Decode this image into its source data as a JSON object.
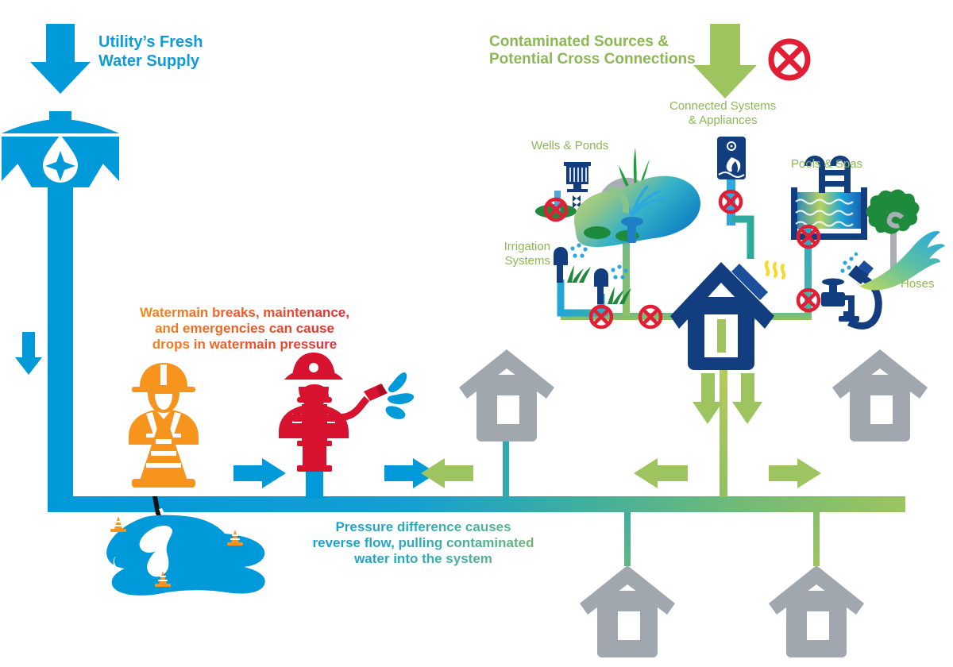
{
  "diagram": {
    "title_context": "Backflow / cross-connection water system infographic",
    "labels": {
      "utility_supply": "Utility’s Fresh\nWater Supply",
      "contaminated_sources": "Contaminated Sources &\nPotential Cross Connections",
      "connected_systems": "Connected Systems\n& Appliances",
      "wells_ponds": "Wells & Ponds",
      "irrigation_systems": "Irrigation\nSystems",
      "pools_spas": "Pools & Spas",
      "hoses": "Hoses",
      "watermain_break": "Watermain breaks, maintenance,\nand emergencies can cause\ndrops in watermain pressure",
      "pressure_difference": "Pressure difference causes\nreverse flow, pulling contaminated\nwater into the system"
    },
    "colors": {
      "water_blue": "#0099DA",
      "deep_blue": "#0e9cd9",
      "navy": "#123E7F",
      "green": "#9DC45F",
      "label_green": "#8CB755",
      "orange": "#F7941E",
      "red": "#E21E35",
      "gray_house": "#A0A7AE",
      "pond_green": "#1E8B3C",
      "heat_yellow": "#FFDD33",
      "tree_green": "#1E8B3C",
      "pipe_gradient_start": "#0099DA",
      "pipe_gradient_end": "#9DC45F"
    },
    "icons": [
      {
        "name": "down-arrow-blue",
        "meaning": "fresh water flows down into system"
      },
      {
        "name": "water-meter-icon",
        "meaning": "utility meter with water droplet"
      },
      {
        "name": "down-arrow-blue-small",
        "meaning": "flow direction in supply main"
      },
      {
        "name": "down-arrow-green",
        "meaning": "contamination enters system"
      },
      {
        "name": "no-entry-cross-icon",
        "meaning": "prohibited / backflow blocked"
      },
      {
        "name": "water-heater-icon",
        "meaning": "connected appliance"
      },
      {
        "name": "well-pump-icon",
        "meaning": "well pump"
      },
      {
        "name": "pond-icon",
        "meaning": "pond with lily pads and fountain"
      },
      {
        "name": "sprinkler-icon",
        "meaning": "irrigation sprinkler head"
      },
      {
        "name": "pool-icon",
        "meaning": "swimming pool with ladder"
      },
      {
        "name": "garden-hose-icon",
        "meaning": "hose bib with hose and spray"
      },
      {
        "name": "tree-icon",
        "meaning": "tree being watered"
      },
      {
        "name": "construction-worker-icon",
        "meaning": "utility maintenance worker"
      },
      {
        "name": "traffic-cone-icon",
        "meaning": "roadwork cones"
      },
      {
        "name": "firefighter-icon",
        "meaning": "firefighter drawing hydrant water"
      },
      {
        "name": "fire-hydrant-icon",
        "meaning": "hydrant flow"
      },
      {
        "name": "water-spill-icon",
        "meaning": "watermain break spill"
      },
      {
        "name": "house-icon-gray",
        "meaning": "connected residence"
      },
      {
        "name": "house-icon-navy",
        "meaning": "residence with contaminated connections"
      },
      {
        "name": "valve-cross-icon",
        "meaning": "cross connection point"
      }
    ],
    "flow_arrows": [
      {
        "name": "supply-down-arrow",
        "direction": "down",
        "color": "#0099DA"
      },
      {
        "name": "supply-main-down-arrow",
        "direction": "down",
        "color": "#0099DA"
      },
      {
        "name": "forward-flow-arrow-1",
        "direction": "right",
        "color": "#0099DA"
      },
      {
        "name": "forward-flow-arrow-2",
        "direction": "right",
        "color": "#0099DA"
      },
      {
        "name": "reverse-flow-arrow-1",
        "direction": "left",
        "color": "#9DC45F"
      },
      {
        "name": "reverse-flow-arrow-2",
        "direction": "left",
        "color": "#9DC45F"
      },
      {
        "name": "contamination-down-arrow-1",
        "direction": "down",
        "color": "#9DC45F"
      },
      {
        "name": "contamination-down-arrow-2",
        "direction": "down",
        "color": "#9DC45F"
      },
      {
        "name": "contamination-spread-arrow",
        "direction": "right",
        "color": "#9DC45F"
      },
      {
        "name": "contaminated-sources-down-arrow",
        "direction": "down",
        "color": "#9DC45F"
      }
    ]
  }
}
